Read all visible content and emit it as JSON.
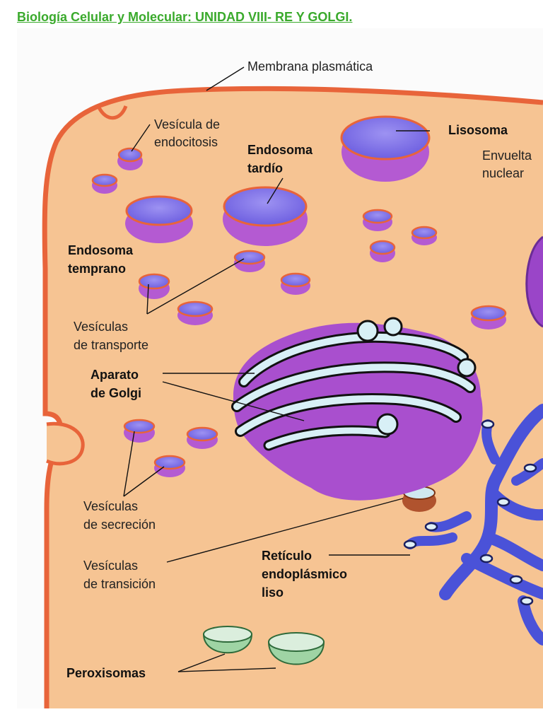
{
  "header": {
    "title": "Biología Celular y Molecular: UNIDAD VIII- RE Y GOLGI."
  },
  "labels": {
    "membrana": "Membrana plasmática",
    "vesicula_endo_1": "Vesícula de",
    "vesicula_endo_2": "endocitosis",
    "endosoma_tardio_1": "Endosoma",
    "endosoma_tardio_2": "tardío",
    "lisosoma": "Lisosoma",
    "envuelta_1": "Envuelta",
    "envuelta_2": "nuclear",
    "endosoma_temprano_1": "Endosoma",
    "endosoma_temprano_2": "temprano",
    "vesiculas_transporte_1": "Vesículas",
    "vesiculas_transporte_2": "de transporte",
    "golgi_1": "Aparato",
    "golgi_2": "de Golgi",
    "vesiculas_secrecion_1": "Vesículas",
    "vesiculas_secrecion_2": "de secreción",
    "vesiculas_transicion_1": "Vesículas",
    "vesiculas_transicion_2": "de transición",
    "reticulo_1": "Retículo",
    "reticulo_2": "endoplásmico",
    "reticulo_3": "liso",
    "peroxisomas": "Peroxisomas"
  },
  "colors": {
    "cytoplasm": "#f6c493",
    "membrane": "#e8643a",
    "vesicle_body": "#b45ad2",
    "vesicle_lumen": "#7f6fe8",
    "golgi": "#a94fce",
    "golgi_lumen": "#d8f0f6",
    "er": "#4a52d8",
    "peroxisome": "#9fd4a4",
    "header": "#3aaa2c"
  }
}
